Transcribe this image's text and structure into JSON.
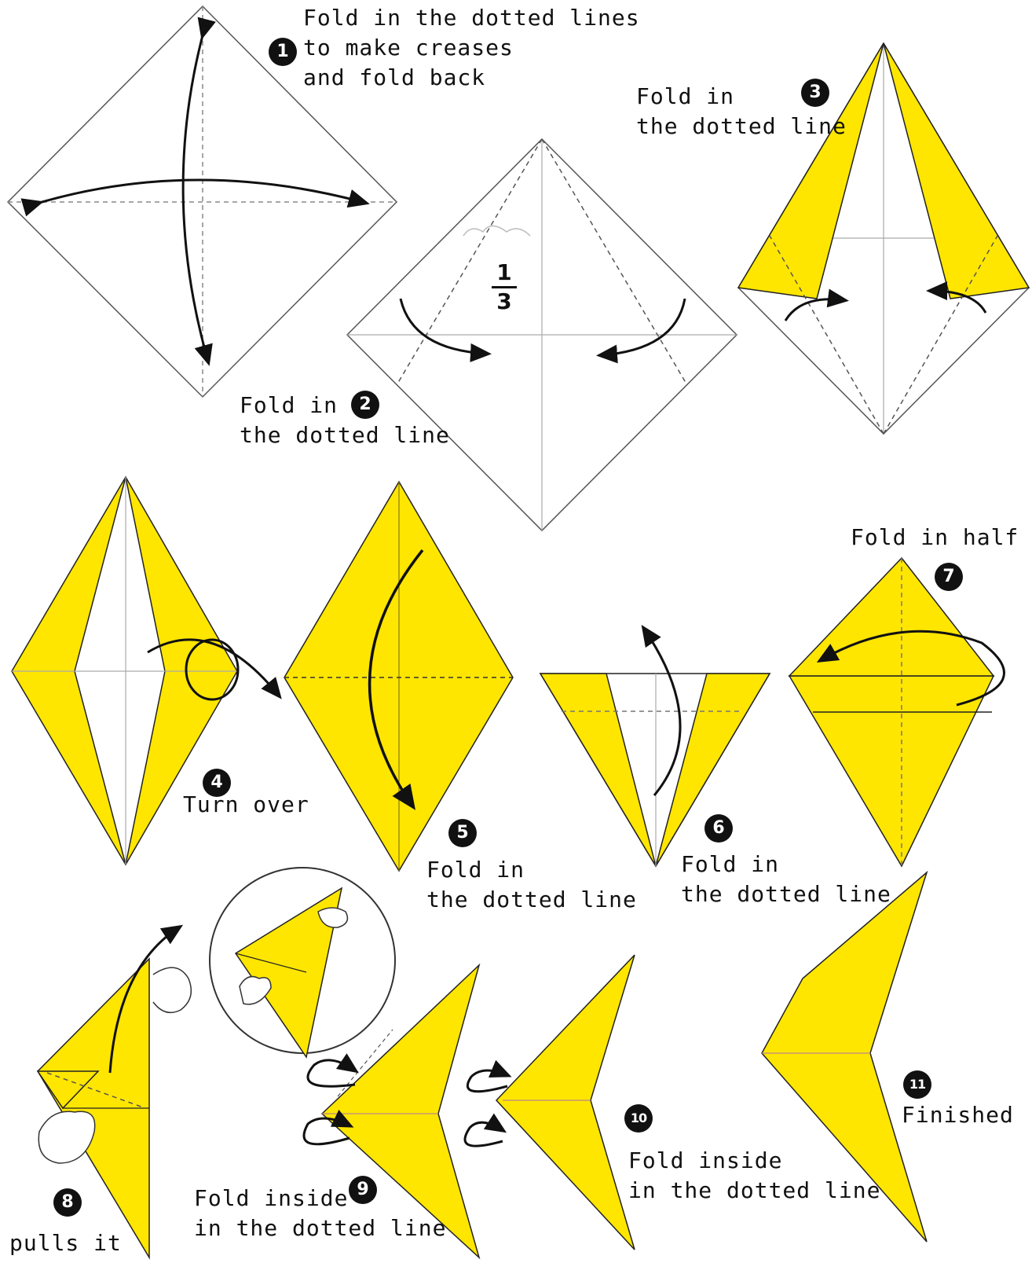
{
  "colors": {
    "paper": "#FFE600",
    "paper_edge": "#8a7a00",
    "line": "#222222",
    "crease": "#888888"
  },
  "steps": [
    {
      "n": "1",
      "text": "Fold in the dotted lines\nto make creases\nand fold back"
    },
    {
      "n": "2",
      "text": "Fold in\nthe dotted line"
    },
    {
      "n": "3",
      "text": "Fold in\nthe dotted line"
    },
    {
      "n": "4",
      "text": "Turn over"
    },
    {
      "n": "5",
      "text": "Fold in\nthe dotted line"
    },
    {
      "n": "6",
      "text": "Fold in\nthe dotted line"
    },
    {
      "n": "7",
      "text": "Fold in half"
    },
    {
      "n": "8",
      "text": "pulls it"
    },
    {
      "n": "9",
      "text": "Fold inside\nin the dotted line"
    },
    {
      "n": "10",
      "text": "Fold inside\nin the dotted line"
    },
    {
      "n": "11",
      "text": "Finished"
    }
  ],
  "fraction": {
    "numerator": "1",
    "denominator": "3"
  }
}
